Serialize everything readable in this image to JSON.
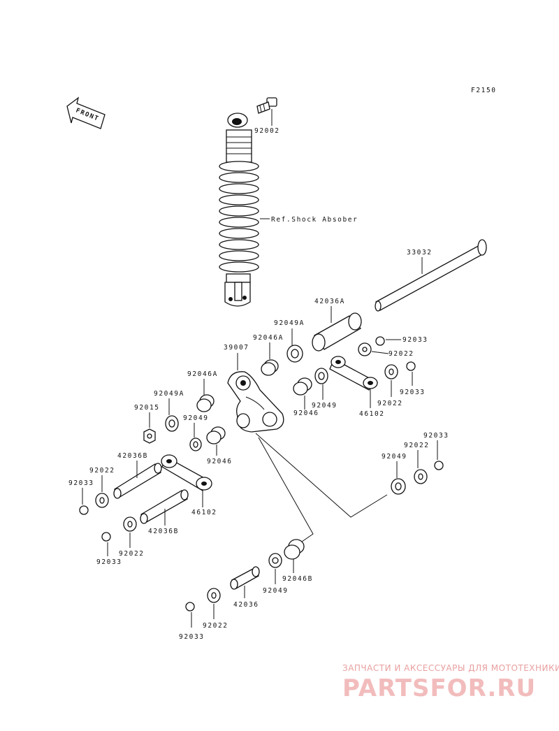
{
  "diagram": {
    "figure_code": "F2150",
    "front_label": "FRONT",
    "shock_ref_label": "Ref.Shock Absober",
    "callouts": {
      "p92002": "92002",
      "p33032": "33032",
      "p42036A": "42036A",
      "p92049A_top": "92049A",
      "p92046A_top": "92046A",
      "p39007": "39007",
      "p92033_r1": "92033",
      "p92022_r1": "92022",
      "p92033_r2": "92033",
      "p92022_r2": "92022",
      "p46102_r": "46102",
      "p92049_mid": "92049",
      "p92046_mid": "92046",
      "p92046A_left": "92046A",
      "p92049A_left": "92049A",
      "p92015": "92015",
      "p92049_left": "92049",
      "p92046_left": "92046",
      "p42036B_1": "42036B",
      "p92022_l1": "92022",
      "p92033_l1": "92033",
      "p46102_l": "46102",
      "p42036B_2": "42036B",
      "p92022_l2": "92022",
      "p92033_l2": "92033",
      "p92033_rl": "92033",
      "p92022_rl": "92022",
      "p92049_rl": "92049",
      "p92046B": "92046B",
      "p92049_bot": "92049",
      "p42036": "42036",
      "p92022_bot": "92022",
      "p92033_bot": "92033"
    },
    "watermark_caption": "ЗАПЧАСТИ И АКСЕССУАРЫ ДЛЯ МОТОТЕХНИКИ",
    "watermark_brand": "PARTSFOR.RU"
  }
}
